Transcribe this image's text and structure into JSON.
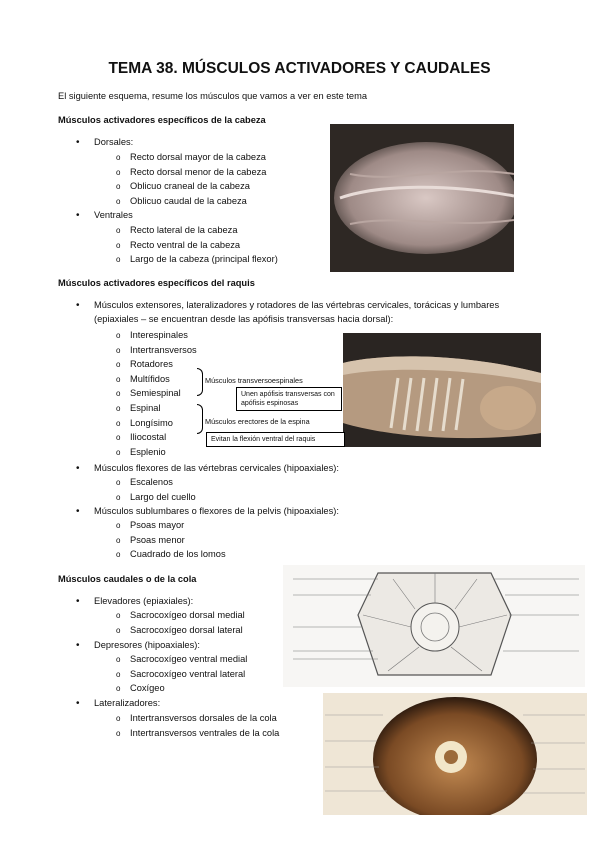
{
  "title": "TEMA 38. MÚSCULOS ACTIVADORES Y CAUDALES",
  "intro": "El siguiente esquema, resume los músculos que vamos a ver en este tema",
  "s1": {
    "heading": "Músculos activadores específicos de la cabeza",
    "dorsales": "Dorsales:",
    "dorsales_items": [
      "Recto dorsal mayor de la cabeza",
      "Recto dorsal menor de la cabeza",
      "Oblicuo craneal de la cabeza",
      "Oblicuo caudal de la cabeza"
    ],
    "ventrales": "Ventrales",
    "ventrales_items": [
      "Recto lateral de la cabeza",
      "Recto ventral de la cabeza",
      "Largo de la cabeza (principal flexor)"
    ]
  },
  "s2": {
    "heading": "Músculos activadores específicos del raquis",
    "ext_line1": "Músculos extensores, lateralizadores y rotadores de las vértebras cervicales, torácicas y lumbares",
    "ext_line2": "(epiaxiales – se encuentran desde las apófisis transversas hacia dorsal):",
    "ext_items": [
      "Interespinales",
      "Intertransversos",
      "Rotadores",
      "Multífidos",
      "Semiespinal",
      "Espinal",
      "Longísimo",
      "Iliocostal",
      "Esplenio"
    ],
    "brace1_label": "Músculos transversoespinales",
    "brace2_label": "Músculos erectores de la espina",
    "note1": "Unen apófisis transversas con apófisis espinosas",
    "note2": "Evitan la flexión ventral del raquis",
    "flex": "Músculos flexores de las vértebras cervicales (hipoaxiales):",
    "flex_items": [
      "Escalenos",
      "Largo del cuello"
    ],
    "sub": "Músculos sublumbares o flexores de la pelvis (hipoaxiales):",
    "sub_items": [
      "Psoas mayor",
      "Psoas menor",
      "Cuadrado de los lomos"
    ]
  },
  "s3": {
    "heading": "Músculos caudales o de la cola",
    "elev": "Elevadores (epiaxiales):",
    "elev_items": [
      "Sacrocoxígeo dorsal medial",
      "Sacrocoxígeo dorsal lateral"
    ],
    "dep": "Depresores (hipoaxiales):",
    "dep_items": [
      "Sacrocoxígeo ventral medial",
      "Sacrocoxígeo ventral lateral",
      "Coxígeo"
    ],
    "lat": "Lateralizadores:",
    "lat_items": [
      "Intertransversos dorsales de la cola",
      "Intertransversos ventrales de la cola"
    ]
  },
  "icons": {
    "bullet": "•",
    "sub_bullet": "o"
  },
  "colors": {
    "text": "#111111",
    "photo_dark": "#3b3430"
  }
}
